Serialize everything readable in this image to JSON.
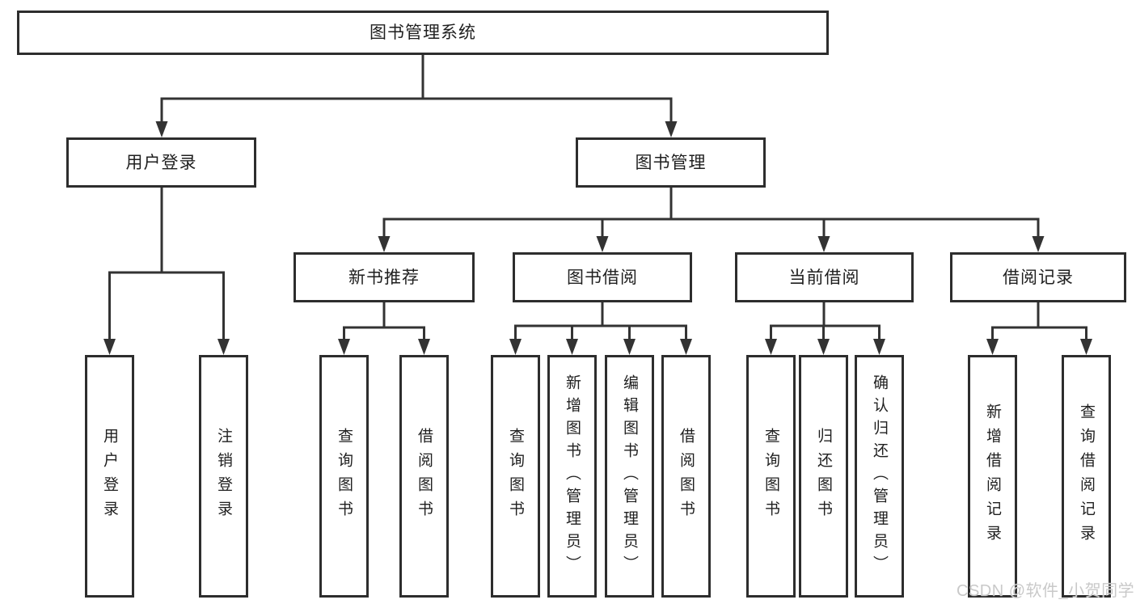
{
  "tree": {
    "root": {
      "label": "图书管理系统"
    },
    "branches": [
      {
        "label": "用户登录",
        "children": [
          "用户登录",
          "注销登录"
        ]
      },
      {
        "label": "图书管理",
        "children": [
          {
            "label": "新书推荐",
            "children": [
              "查询图书",
              "借阅图书"
            ]
          },
          {
            "label": "图书借阅",
            "children": [
              "查询图书",
              "新增图书（管理员）",
              "编辑图书（管理员）",
              "借阅图书"
            ]
          },
          {
            "label": "当前借阅",
            "children": [
              "查询图书",
              "归还图书",
              "确认归还（管理员）"
            ]
          },
          {
            "label": "借阅记录",
            "children": [
              "新增借阅记录",
              "查询借阅记录"
            ]
          }
        ]
      }
    ]
  },
  "watermark": {
    "text": "CSDN @软件_小贺同学",
    "color": "#c9c9c9"
  },
  "colors": {
    "line": "#333333",
    "box_border": "#2d2d2d",
    "text": "#1f1f1f",
    "background": "#ffffff"
  }
}
